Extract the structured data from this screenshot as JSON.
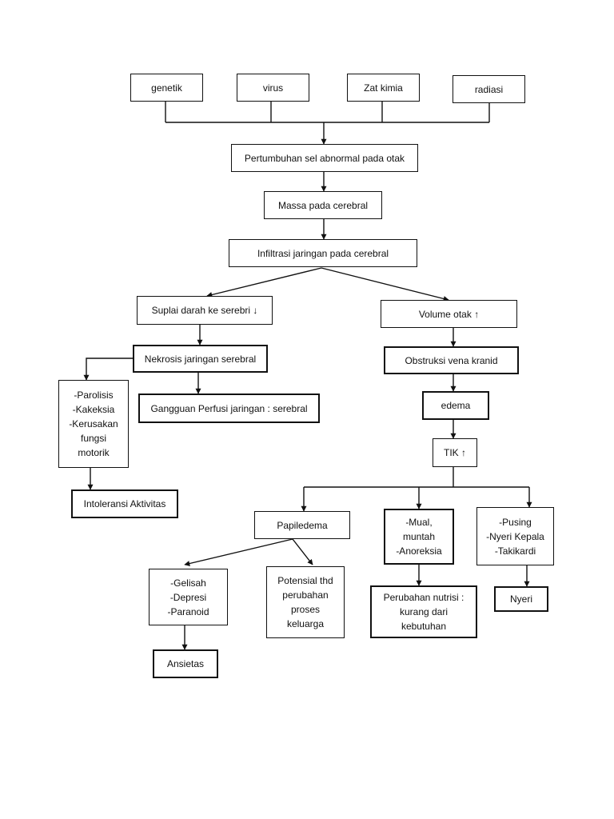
{
  "nodes": {
    "genetik": "genetik",
    "virus": "virus",
    "zat_kimia": "Zat kimia",
    "radiasi": "radiasi",
    "pertumbuhan": "Pertumbuhan sel abnormal pada otak",
    "massa": "Massa pada cerebral",
    "infiltrasi": "Infiltrasi jaringan pada cerebral",
    "suplai_darah": "Suplai darah ke serebri ↓",
    "volume_otak": "Volume otak ↑",
    "nekrosis": "Nekrosis jaringan serebral",
    "obstruksi": "Obstruksi vena kranid",
    "motorik": "-Parolisis\n-Kakeksia\n-Kerusakan\nfungsi\nmotorik",
    "gangguan_perfusi": "Gangguan Perfusi jaringan : serebral",
    "edema": "edema",
    "tik": "TIK ↑",
    "intoleransi": "Intoleransi Aktivitas",
    "papiledema": "Papiledema",
    "mual": "-Mual,\nmuntah\n-Anoreksia",
    "pusing": "-Pusing\n-Nyeri Kepala\n-Takikardi",
    "gelisah": "-Gelisah\n-Depresi\n-Paranoid",
    "potensial": "Potensial thd\nperubahan\nproses\nkeluarga",
    "nutrisi": "Perubahan nutrisi :\nkurang dari\nkebutuhan",
    "nyeri": "Nyeri",
    "ansietas": "Ansietas"
  }
}
